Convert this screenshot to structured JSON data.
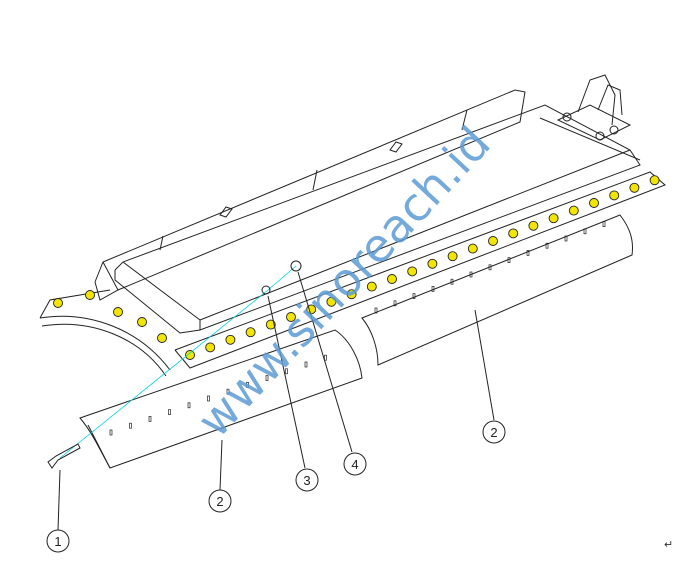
{
  "diagram": {
    "callouts": [
      {
        "id": "c1",
        "label": "1"
      },
      {
        "id": "c2a",
        "label": "2"
      },
      {
        "id": "c3",
        "label": "3"
      },
      {
        "id": "c4",
        "label": "4"
      },
      {
        "id": "c2b",
        "label": "2"
      }
    ],
    "watermark": "www.sinoreach.id",
    "return_mark": "↵"
  },
  "colors": {
    "line": "#222222",
    "bolt": "#f2e600",
    "assembly_line": "#00d0e0",
    "watermark": "#5b9bd5"
  }
}
